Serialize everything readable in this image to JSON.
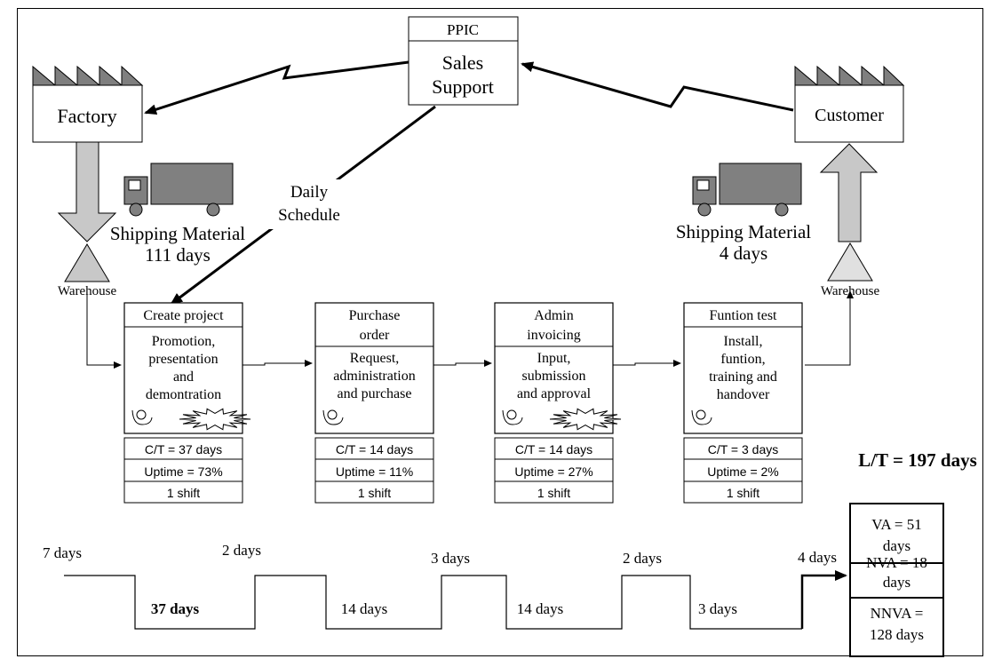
{
  "ppic": {
    "title": "PPIC",
    "line1": "Sales",
    "line2": "Support"
  },
  "factory": {
    "label": "Factory"
  },
  "customer": {
    "label": "Customer"
  },
  "schedule": {
    "line1": "Daily",
    "line2": "Schedule"
  },
  "ship_left": {
    "line1": "Shipping Material",
    "line2": "111 days"
  },
  "ship_right": {
    "line1": "Shipping Material",
    "line2": "4 days"
  },
  "warehouse_left": "Warehouse",
  "warehouse_right": "Warehouse",
  "processes": [
    {
      "title": [
        "Create project"
      ],
      "body": [
        "Promotion,",
        "presentation",
        "and",
        "demontration"
      ],
      "ct": "C/T = 37 days",
      "uptime": "Uptime = 73%",
      "shift": "1 shift",
      "burst": true
    },
    {
      "title": [
        "Purchase",
        "order"
      ],
      "body": [
        "Request,",
        "administration",
        "and purchase"
      ],
      "ct": "C/T = 14 days",
      "uptime": "Uptime = 11%",
      "shift": "1 shift",
      "burst": false
    },
    {
      "title": [
        "Admin",
        "invoicing"
      ],
      "body": [
        "Input,",
        "submission",
        "and approval"
      ],
      "ct": "C/T = 14  days",
      "uptime": "Uptime = 27%",
      "shift": "1 shift",
      "burst": true
    },
    {
      "title": [
        "Funtion test"
      ],
      "body": [
        "Install,",
        "funtion,",
        "training and",
        "handover"
      ],
      "ct": "C/T = 3 days",
      "uptime": "Uptime = 2%",
      "shift": "1 shift",
      "burst": false
    }
  ],
  "timeline": {
    "wait": [
      "7 days",
      "2 days",
      "3 days",
      "2 days",
      "4 days"
    ],
    "process": [
      "37 days",
      "14 days",
      "14 days",
      "3 days"
    ]
  },
  "lead_time": "L/T = 197 days",
  "summary": [
    {
      "line1": "VA = 51",
      "line2": "days"
    },
    {
      "line1": "NVA = 18",
      "line2": "days"
    },
    {
      "line1": "NNVA =",
      "line2": "128 days"
    }
  ],
  "colors": {
    "arrow_gray": "#c8c8c8",
    "truck": "#808080",
    "line": "#000000"
  }
}
